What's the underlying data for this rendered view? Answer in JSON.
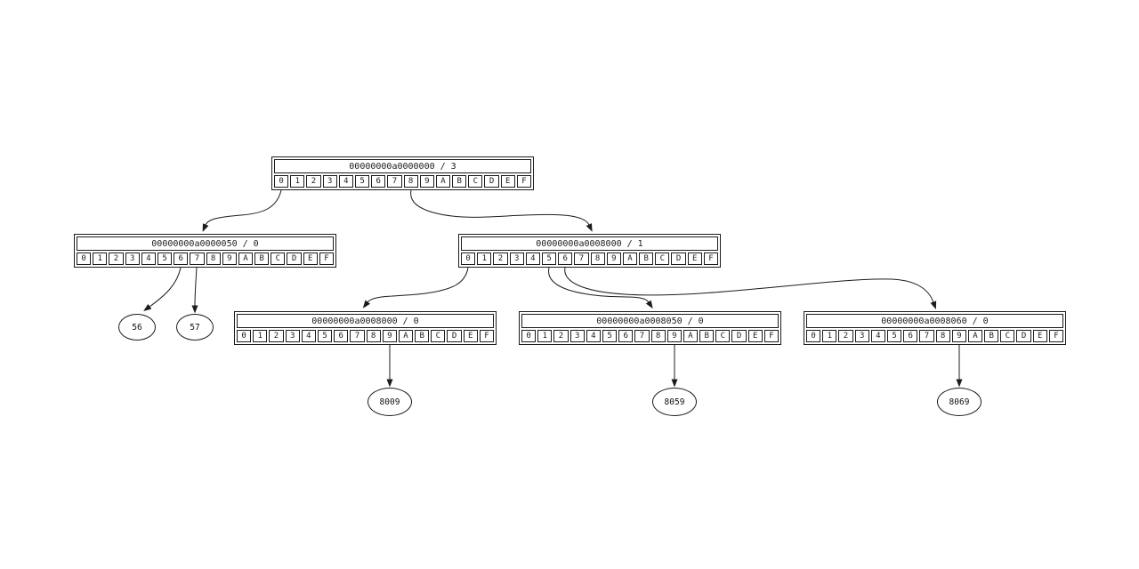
{
  "diagram": {
    "background": "#ffffff",
    "line_color": "#000000",
    "hex_cells": [
      "0",
      "1",
      "2",
      "3",
      "4",
      "5",
      "6",
      "7",
      "8",
      "9",
      "A",
      "B",
      "C",
      "D",
      "E",
      "F"
    ],
    "tables": [
      {
        "id": "root",
        "title": "00000000a0000000 / 3"
      },
      {
        "id": "t0000050",
        "title": "00000000a0000050 / 0"
      },
      {
        "id": "t8000_l1",
        "title": "00000000a0008000 / 1"
      },
      {
        "id": "t8000_l0",
        "title": "00000000a0008000 / 0"
      },
      {
        "id": "t8050",
        "title": "00000000a0008050 / 0"
      },
      {
        "id": "t8060",
        "title": "00000000a0008060 / 0"
      }
    ],
    "leaves": [
      {
        "id": "leaf56",
        "label": "56"
      },
      {
        "id": "leaf57",
        "label": "57"
      },
      {
        "id": "leaf8009",
        "label": "8009"
      },
      {
        "id": "leaf8059",
        "label": "8059"
      },
      {
        "id": "leaf8069",
        "label": "8069"
      }
    ],
    "edges": [
      {
        "from": "root",
        "cell": "0",
        "to": "t0000050"
      },
      {
        "from": "root",
        "cell": "8",
        "to": "t8000_l1"
      },
      {
        "from": "t0000050",
        "cell": "6",
        "to": "leaf56"
      },
      {
        "from": "t0000050",
        "cell": "7",
        "to": "leaf57"
      },
      {
        "from": "t8000_l1",
        "cell": "0",
        "to": "t8000_l0"
      },
      {
        "from": "t8000_l1",
        "cell": "5",
        "to": "t8050"
      },
      {
        "from": "t8000_l1",
        "cell": "6",
        "to": "t8060"
      },
      {
        "from": "t8000_l0",
        "cell": "9",
        "to": "leaf8009"
      },
      {
        "from": "t8050",
        "cell": "9",
        "to": "leaf8059"
      },
      {
        "from": "t8060",
        "cell": "9",
        "to": "leaf8069"
      }
    ]
  }
}
